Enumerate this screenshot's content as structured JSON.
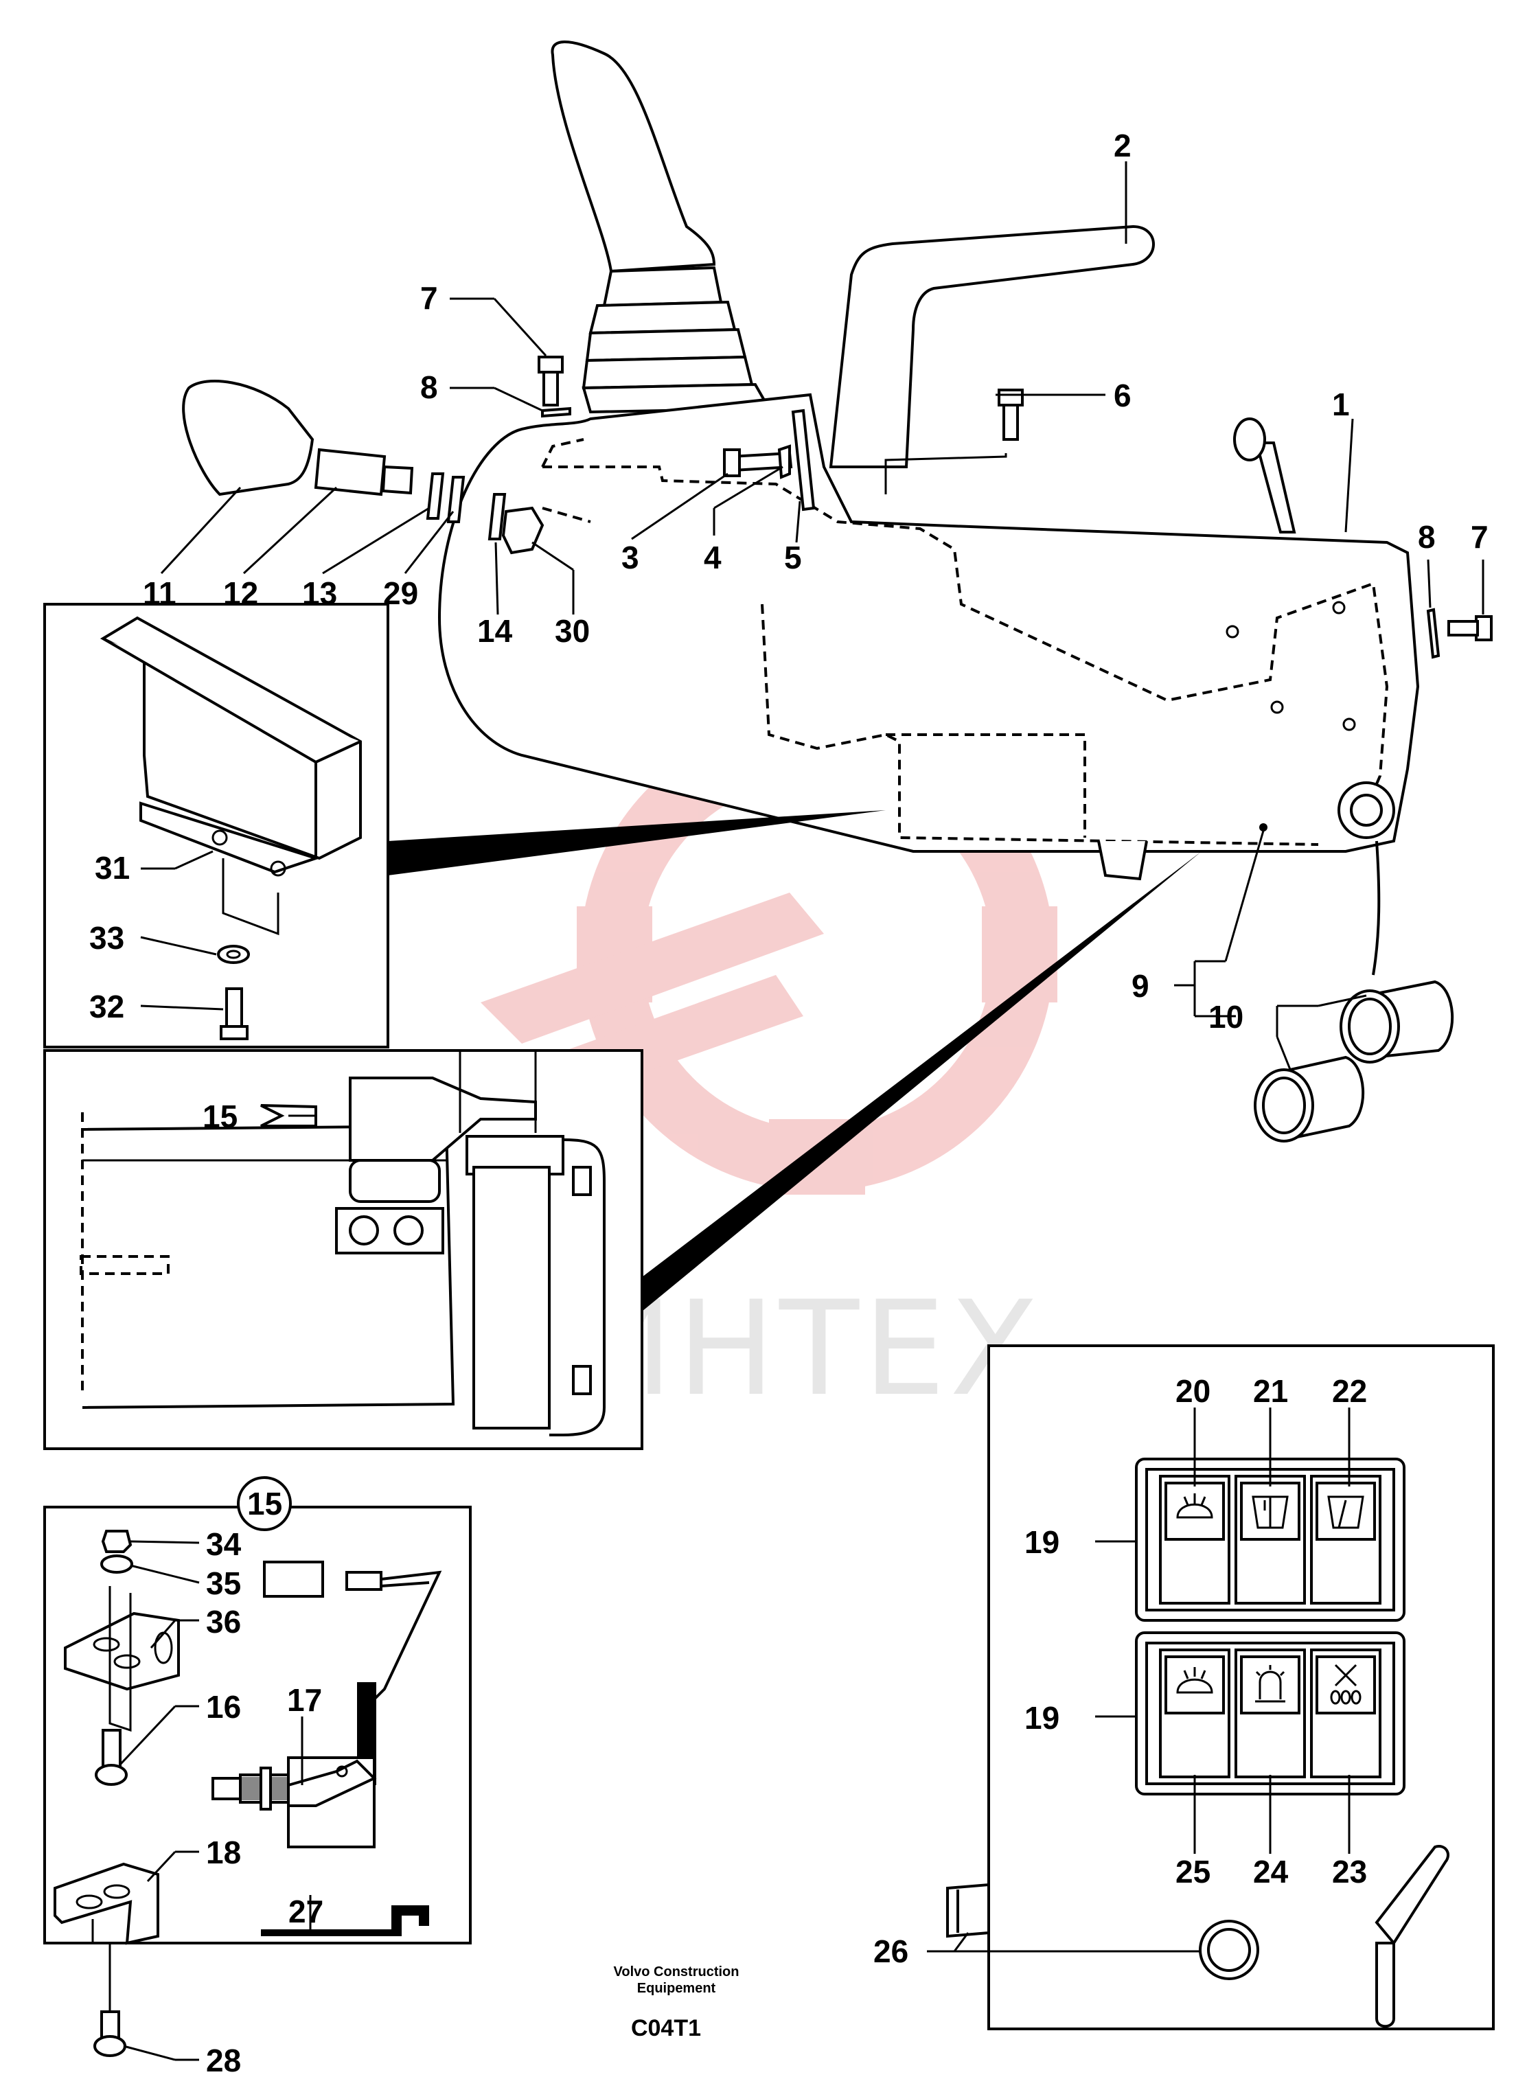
{
  "watermark": {
    "text": "ИНТЕХ",
    "color": "#f2c9c9"
  },
  "callouts": {
    "c1": "1",
    "c2": "2",
    "c3": "3",
    "c4": "4",
    "c5": "5",
    "c6": "6",
    "c7a": "7",
    "c7b": "7",
    "c8a": "8",
    "c8b": "8",
    "c9": "9",
    "c10": "10",
    "c11": "11",
    "c12": "12",
    "c13": "13",
    "c14": "14",
    "c15": "15",
    "c15b": "15",
    "c16": "16",
    "c17": "17",
    "c18": "18",
    "c19a": "19",
    "c19b": "19",
    "c20": "20",
    "c21": "21",
    "c22": "22",
    "c23": "23",
    "c24": "24",
    "c25": "25",
    "c26": "26",
    "c27": "27",
    "c28": "28",
    "c29": "29",
    "c30": "30",
    "c31": "31",
    "c32": "32",
    "c33": "33",
    "c34": "34",
    "c35": "35",
    "c36": "36"
  },
  "caption": {
    "maker_line1": "Volvo Construction",
    "maker_line2": "Equipement",
    "code": "C04T1"
  }
}
